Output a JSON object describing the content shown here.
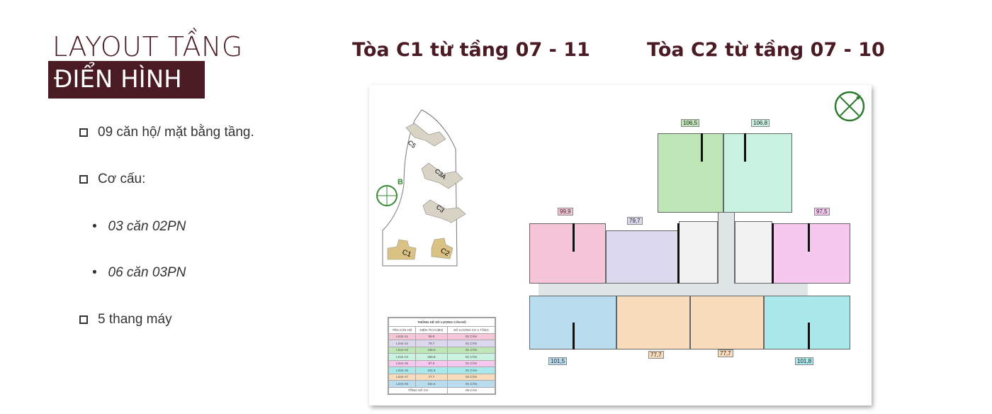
{
  "title": {
    "line1": "LAYOUT TẦNG",
    "line2": "ĐIỂN HÌNH"
  },
  "headings": {
    "c1": "Tòa C1 từ tầng 07 - 11",
    "c2": "Tòa C2 từ tầng 07 - 10"
  },
  "bullets": [
    "09 căn hộ/ mặt bằng tầng.",
    "Cơ cấu:",
    "5 thang máy"
  ],
  "sub_bullets": [
    "03 căn 02PN",
    "06 căn 03PN"
  ],
  "site_map": {
    "buildings": [
      "C5",
      "C3A",
      "C3",
      "C1",
      "C2"
    ],
    "compass_label": "B"
  },
  "floor_plan": {
    "units": [
      {
        "area": "106,5",
        "color": "#bfe6b6"
      },
      {
        "area": "106,8",
        "color": "#c9f2e0"
      },
      {
        "area": "99,9",
        "color": "#f6c6d8"
      },
      {
        "area": "79,7",
        "color": "#dcd8ee"
      },
      {
        "area": "97,5",
        "color": "#f6c8f0"
      },
      {
        "area": "101,5",
        "color": "#b9ddef"
      },
      {
        "area": "77,7",
        "color": "#f8dcbc"
      },
      {
        "area": "77,7",
        "color": "#f8dcbc"
      },
      {
        "area": "101,8",
        "color": "#a9e9ec"
      }
    ]
  },
  "stats_table": {
    "title": "THỐNG KÊ SỐ LƯỢNG CĂN HỘ",
    "headers": [
      "TÊN CĂN HỘ",
      "DIỆN TÍCH (M2)",
      "SỐ LƯỢNG CH 1 TẦNG"
    ],
    "rows": [
      {
        "name": "LOẠI A1",
        "area": "99.9",
        "count": "01 CĂN",
        "color": "#f6c6d8"
      },
      {
        "name": "LOẠI A2",
        "area": "79.7",
        "count": "01 CĂN",
        "color": "#dcd8ee"
      },
      {
        "name": "LOẠI A3",
        "area": "106.5",
        "count": "01 CĂN",
        "color": "#bfe6b6"
      },
      {
        "name": "LOẠI A4",
        "area": "106.8",
        "count": "01 CĂN",
        "color": "#c9f2e0"
      },
      {
        "name": "LOẠI A5",
        "area": "97.5",
        "count": "01 CĂN",
        "color": "#f6c8f0"
      },
      {
        "name": "LOẠI A6",
        "area": "101.8",
        "count": "01 CĂN",
        "color": "#a9e9ec"
      },
      {
        "name": "LOẠI A7",
        "area": "77.7",
        "count": "02 CĂN",
        "color": "#f8dcbc"
      },
      {
        "name": "LOẠI A8",
        "area": "101.5",
        "count": "01 CĂN",
        "color": "#b9ddef"
      }
    ],
    "total_label": "TỔNG SỐ CH",
    "total_value": "09 CĂN"
  }
}
